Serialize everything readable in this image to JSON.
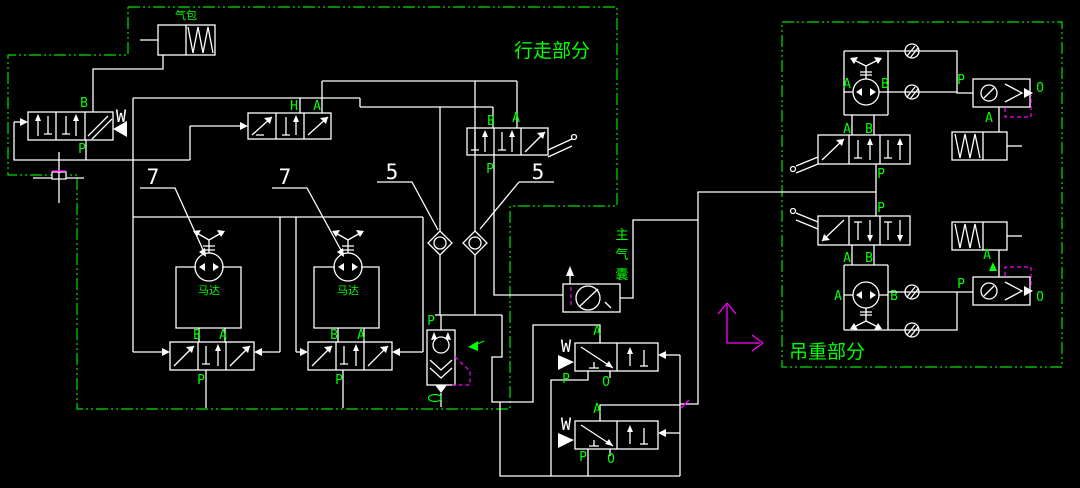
{
  "app": {
    "background": "#000000",
    "line_color": "#ffffff",
    "accent_green": "#00ff00",
    "accent_magenta": "#ff00ff"
  },
  "sections": {
    "travel_label": "行走部分",
    "lifting_label": "吊重部分"
  },
  "components": {
    "air_tank_label": "气包",
    "main_airbag_label": [
      "主",
      "气",
      "囊"
    ],
    "motor_label": "马达",
    "spring_label": "W"
  },
  "callouts": {
    "motor_callout": "7",
    "check_callout": "5"
  },
  "ports": {
    "A": "A",
    "B": "B",
    "P": "P",
    "O": "O",
    "H": "H"
  }
}
